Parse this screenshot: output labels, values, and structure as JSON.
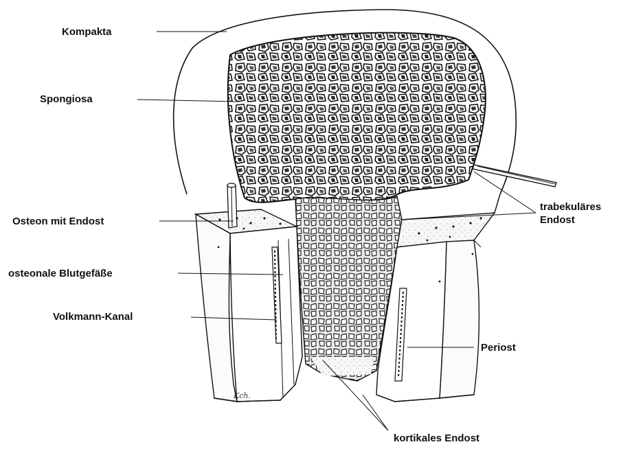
{
  "labels": {
    "kompakta": "Kompakta",
    "spongiosa": "Spongiosa",
    "osteon": "Osteon mit Endost",
    "blutgefaesse": "osteonale Blutgefäße",
    "volkmann": "Volkmann-Kanal",
    "periost": "Periost",
    "trabekulaeres": "trabekuläres\nEndost",
    "kortikales": "kortikales Endost"
  },
  "signature": "Kch.",
  "colors": {
    "ink": "#111111",
    "background": "#ffffff",
    "marrow": "#e9e9e9"
  }
}
